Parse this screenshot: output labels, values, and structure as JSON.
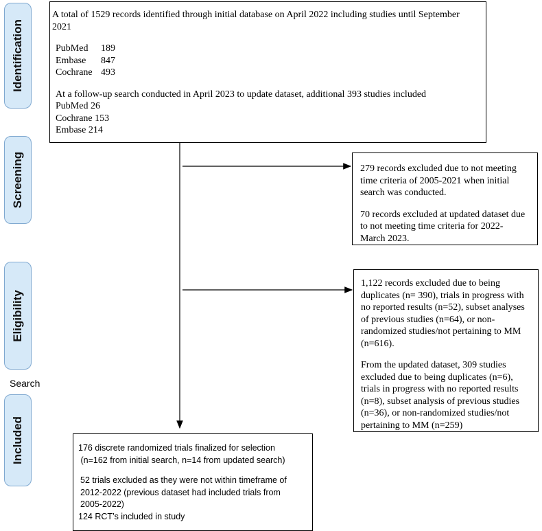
{
  "stages": {
    "identification": "Identification",
    "screening": "Screening",
    "eligibility": "Eligibility",
    "included": "Included"
  },
  "side_label": "Search",
  "identification_box": {
    "intro_line1": "A total of 1529 records identified through initial database on April 2022 including studies until September",
    "intro_line2": "2021",
    "initial_databases": [
      {
        "name": "PubMed",
        "count": "189"
      },
      {
        "name": "Embase",
        "count": "847"
      },
      {
        "name": "Cochrane",
        "count": "493"
      }
    ],
    "followup_line": "At a follow-up search conducted in April 2023 to update dataset, additional 393 studies included",
    "followup_databases": [
      "PubMed 26",
      "Cochrane 153",
      "Embase 214"
    ]
  },
  "screening_box": {
    "lines_a": [
      "279 records excluded due to not meeting",
      "time criteria of 2005-2021 when initial",
      "search was conducted."
    ],
    "lines_b": [
      "70 records excluded at updated dataset due",
      "to not meeting time criteria for 2022-",
      "March 2023."
    ]
  },
  "eligibility_box": {
    "lines_a": [
      "1,122 records excluded due to being",
      "duplicates (n= 390), trials in progress with",
      "no reported results (n=52), subset analyses",
      "of previous studies (n=64), or non-",
      "randomized studies/not pertaining to MM",
      "(n=616)."
    ],
    "lines_b": [
      "From the updated dataset, 309 studies",
      "excluded due to being duplicates (n=6),",
      "trials in progress with no reported results",
      "(n=8), subset analysis of previous studies",
      "(n=36), or non-randomized studies/not",
      "pertaining to MM (n=259)"
    ]
  },
  "included_box": {
    "line1": "176 discrete randomized trials finalized for selection",
    "line2": " (n=162 from initial search, n=14 from updated search)",
    "lines_mid": [
      "52 trials excluded as they were not within timeframe of",
      "2012-2022 (previous dataset had included trials from",
      "2005-2022)"
    ],
    "line_last": "124 RCT’s included in study"
  }
}
